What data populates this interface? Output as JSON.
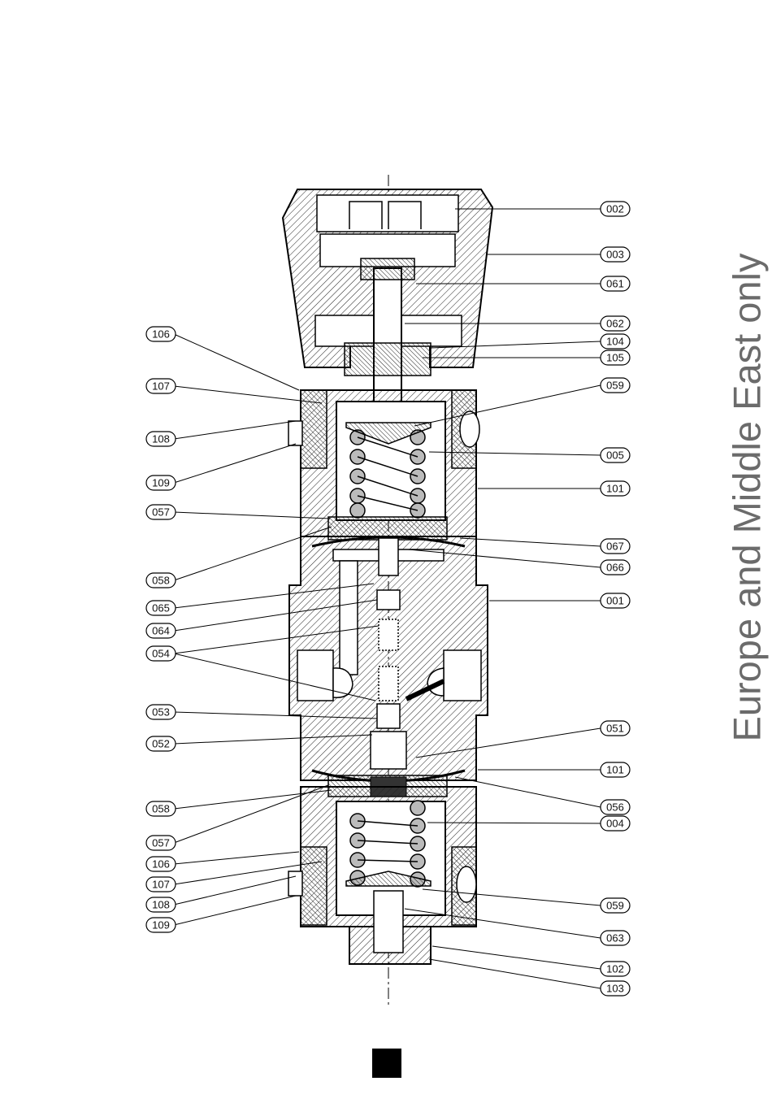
{
  "side_note": "Europe and Middle East only",
  "callouts_right": [
    "002",
    "003",
    "061",
    "062",
    "104",
    "105",
    "059",
    "005",
    "101",
    "067",
    "066",
    "001",
    "051",
    "101",
    "056",
    "004",
    "059",
    "063",
    "102",
    "103"
  ],
  "callouts_left": [
    "106",
    "107",
    "108",
    "109",
    "057",
    "058",
    "065",
    "064",
    "054",
    "053",
    "052",
    "058",
    "057",
    "106",
    "107",
    "108",
    "109"
  ]
}
